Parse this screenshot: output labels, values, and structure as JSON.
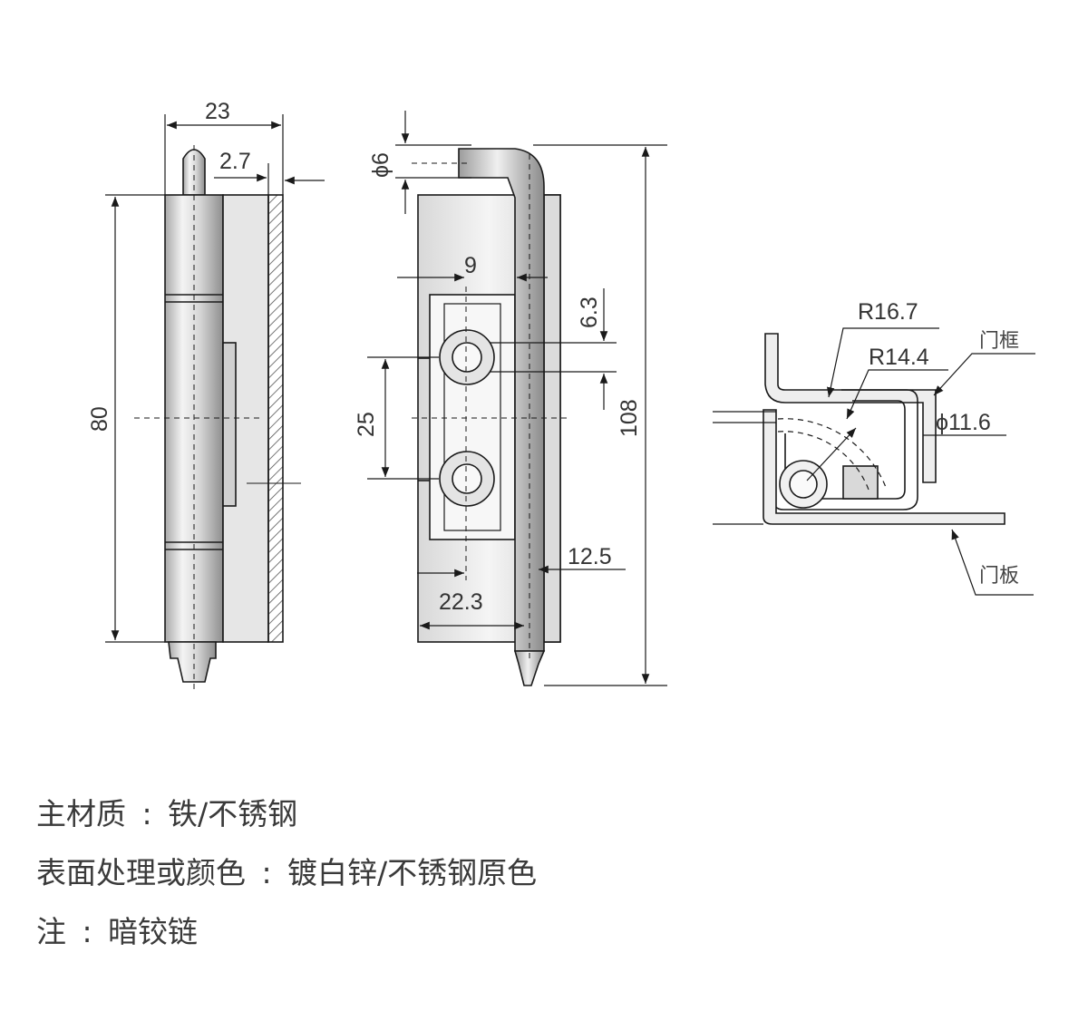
{
  "dimensions": {
    "side_width": "23",
    "pin_offset": "2.7",
    "side_height": "80",
    "pin_diameter": "ϕ6",
    "hole_width": "9",
    "hole_offset": "6.3",
    "hole_spacing": "25",
    "overall_height": "108",
    "plate_width": "22.3",
    "pin_center": "12.5",
    "outer_radius": "R16.7",
    "inner_radius": "R14.4",
    "pin_circle": "ϕ11.6"
  },
  "labels": {
    "door_frame": "门框",
    "door_panel": "门板"
  },
  "specs": [
    {
      "label": "主材质",
      "value": "铁/不锈钢"
    },
    {
      "label": "表面处理或颜色",
      "value": "镀白锌/不锈钢原色"
    },
    {
      "label": "注",
      "value": "暗铰链"
    }
  ],
  "colors": {
    "line": "#1a1a1a",
    "metal_light": "#f2f2f2",
    "metal_dark": "#9a9a9a"
  }
}
